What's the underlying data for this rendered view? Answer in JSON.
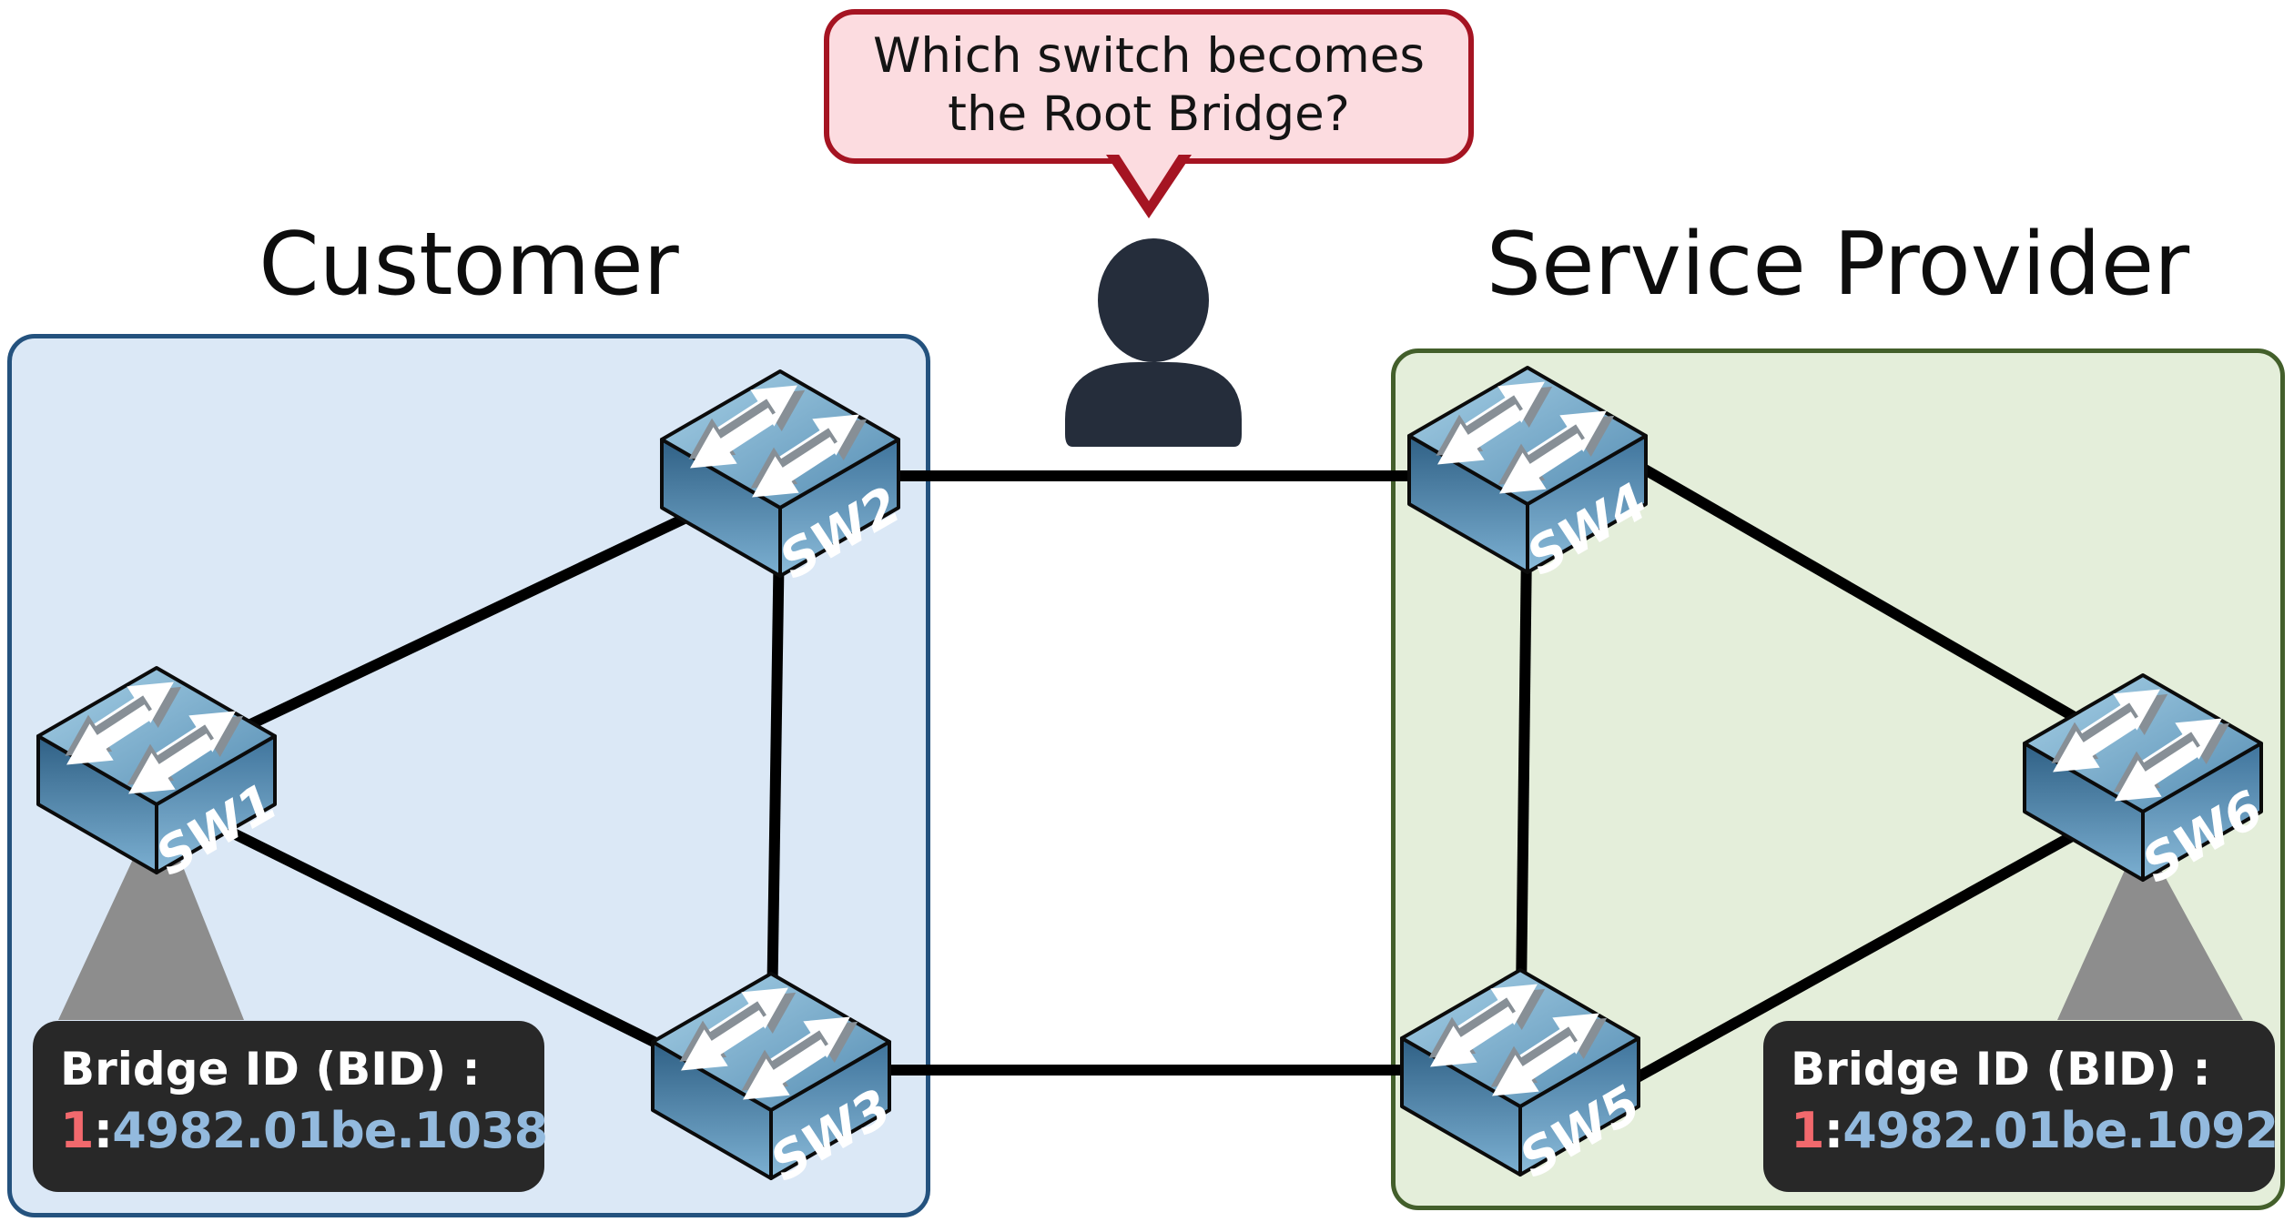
{
  "question": {
    "line1": "Which switch becomes",
    "line2": "the Root Bridge?"
  },
  "zones": {
    "customer": {
      "label": "Customer"
    },
    "provider": {
      "label": "Service Provider"
    }
  },
  "switches": [
    {
      "label": "SW1",
      "zone": "customer"
    },
    {
      "label": "SW2",
      "zone": "customer"
    },
    {
      "label": "SW3",
      "zone": "customer"
    },
    {
      "label": "SW4",
      "zone": "provider"
    },
    {
      "label": "SW5",
      "zone": "provider"
    },
    {
      "label": "SW6",
      "zone": "provider"
    }
  ],
  "links": [
    [
      "SW1",
      "SW2"
    ],
    [
      "SW1",
      "SW3"
    ],
    [
      "SW2",
      "SW3"
    ],
    [
      "SW2",
      "SW4"
    ],
    [
      "SW3",
      "SW5"
    ],
    [
      "SW4",
      "SW5"
    ],
    [
      "SW4",
      "SW6"
    ],
    [
      "SW5",
      "SW6"
    ]
  ],
  "bid_labels": [
    {
      "attached_to": "SW1",
      "title": "Bridge ID (BID) :",
      "priority": "1",
      "colon": ":",
      "mac": "4982.01be.1038"
    },
    {
      "attached_to": "SW6",
      "title": "Bridge ID (BID) :",
      "priority": "1",
      "colon": ":",
      "mac": "4982.01be.1092"
    }
  ],
  "colors": {
    "customer_fill": "#dbe8f6",
    "customer_border": "#24527e",
    "provider_fill": "#e4eeda",
    "provider_border": "#435f2b",
    "bubble_fill": "#fcdce0",
    "bubble_border": "#a51422",
    "bid_box": "#282828",
    "bid_priority": "#f2696d",
    "bid_mac": "#93bade",
    "link": "#000000",
    "beam": "#8d8d8d",
    "person": "#252d3b"
  }
}
